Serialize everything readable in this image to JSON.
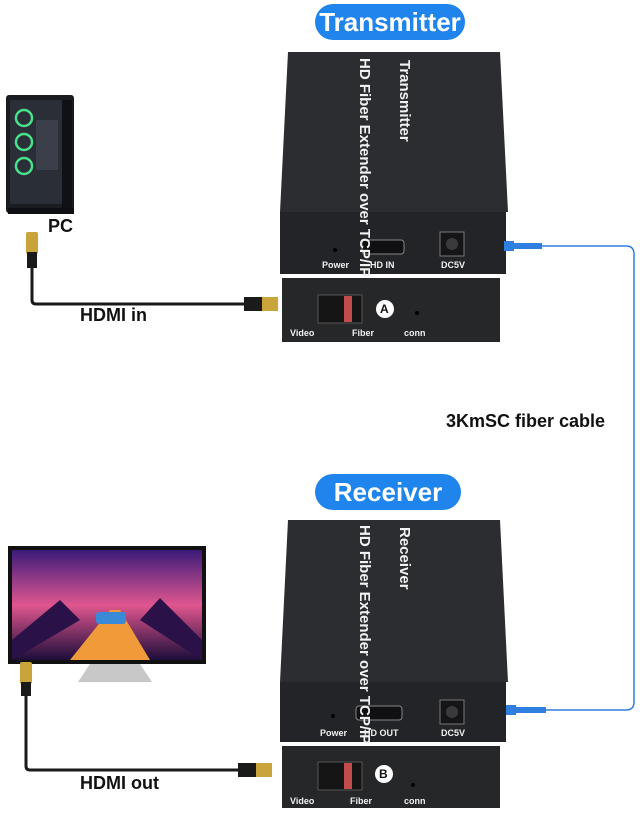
{
  "transmitter": {
    "title": "Transmitter",
    "top_text_1": "HD Fiber Extender over TCP/IP",
    "top_text_2": "Transmitter",
    "port_power": "Power",
    "port_hdmi": "HD IN",
    "port_dc": "DC5V",
    "fiber_badge": "A",
    "lower_video": "Video",
    "lower_fiber": "Fiber",
    "lower_conn": "conn"
  },
  "receiver": {
    "title": "Receiver",
    "top_text_1": "HD Fiber Extender over TCP/IP",
    "top_text_2": "Receiver",
    "port_power": "Power",
    "port_hdmi": "HD OUT",
    "port_dc": "DC5V",
    "fiber_badge": "B",
    "lower_video": "Video",
    "lower_fiber": "Fiber",
    "lower_conn": "conn"
  },
  "labels": {
    "pc": "PC",
    "hdmi_in": "HDMI in",
    "hdmi_out": "HDMI out",
    "fiber_cable": "3KmSC fiber cable"
  },
  "colors": {
    "pill_blue": "#1f84ec",
    "device_dark": "#2b2c2e",
    "fiber_blue": "#2f7fe0",
    "cable_black": "#1a1a1a"
  }
}
